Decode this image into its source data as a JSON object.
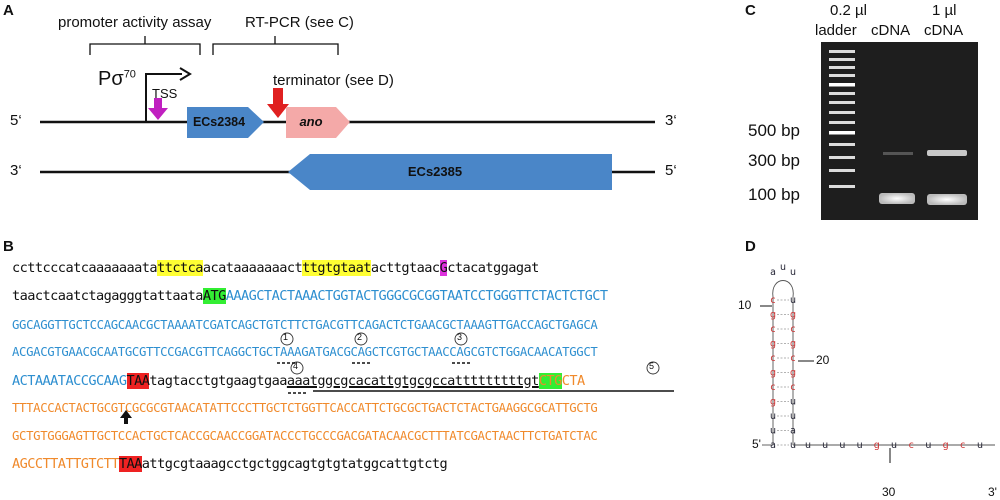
{
  "panels": {
    "a": "A",
    "b": "B",
    "c": "C",
    "d": "D"
  },
  "panel_a": {
    "assay_label": "promoter activity assay",
    "rtpcr_label": "RT-PCR (see C)",
    "promoter_label": "Pσ",
    "promoter_sup": "70",
    "tss_label": "TSS",
    "terminator_label": "terminator (see D)",
    "gene1": "ECs2384",
    "gene2": "ano",
    "gene3": "ECs2385",
    "top_5": "5‘",
    "top_3": "3‘",
    "bot_3": "3‘",
    "bot_5": "5‘",
    "colors": {
      "gene_blue": "#4a86c8",
      "gene_pink": "#f4a9a8",
      "tss_arrow": "#c020c0",
      "term_arrow": "#e02020"
    }
  },
  "panel_b": {
    "line1": [
      "ccttcccatcaaaaaaata",
      "ttctca",
      "acataaaaaaact",
      "ttgtgtaat",
      "acttgtaac",
      "G",
      "ctacatggagat"
    ],
    "line2": [
      "taactcaatctagagggtattaata",
      "ATG",
      "AAAGCTACTAAACTGGTACTGGGCGCGGTAATCCTGGGTTCTACTCTGCT"
    ],
    "line3": "GGCAGGTTGCTCCAGCAACGCTAAAATCGATCAGCTGTCTTCTGACGTTCAGACTCTGAACGCTAAAGTTGACCAGCTGAGCA",
    "line4": "ACGACGTGAACGCAATGCGTTCCGACGTTCAGGCTGCTAAAGATGACGCAGCTCGTGCTAACCAGCGTCTGGACAACATGGCT",
    "line5": [
      "ACTAAATACCGCAAG",
      "TAA",
      "tagtacctgtgaag",
      "tgaa",
      "aaatggcgcacattgtgcgccatttttttttgt",
      "CTG",
      "CTA"
    ],
    "line6": "TTTACCACTACTGCGTCGCGCGTAACATATTCCCTTGCTCTGGTTCACCATTCTGCGCTGACTCTACTGAAGGCGCATTGCTG",
    "line7": "GCTGTGGGAGTTGCTCCACTGCTCACCGCAACCGGATACCCTGCCCGACGATACAACGCTTTATCGACTAACTTCTGATCTAC",
    "line8": [
      "AGCCTTATTGTCTT",
      "TAA",
      "attgcgtaaagcctgctggcagtgtgtatggcattgtctg"
    ],
    "circles": [
      "1",
      "2",
      "3",
      "4",
      "5"
    ]
  },
  "panel_c": {
    "col1": "ladder",
    "col2_a": "0.2 µl",
    "col2_b": "cDNA",
    "col3_a": "1 µl",
    "col3_b": "cDNA",
    "size_500": "500 bp",
    "size_300": "300 bp",
    "size_100": "100 bp"
  },
  "panel_d": {
    "stem_left": [
      "a",
      "u",
      "u",
      "g",
      "c",
      "g",
      "c",
      "g",
      "c",
      "g",
      "c"
    ],
    "stem_right": [
      "u",
      "a",
      "u",
      "u",
      "c",
      "g",
      "c",
      "g",
      "c",
      "g",
      "u"
    ],
    "loop": [
      "a",
      "u",
      "u"
    ],
    "tail": [
      "u",
      "u",
      "u",
      "u",
      "g",
      "u",
      "c",
      "u",
      "g",
      "c",
      "u"
    ],
    "label_10": "10",
    "label_20": "20",
    "label_30": "30",
    "label_5": "5'",
    "label_3": "3'"
  }
}
